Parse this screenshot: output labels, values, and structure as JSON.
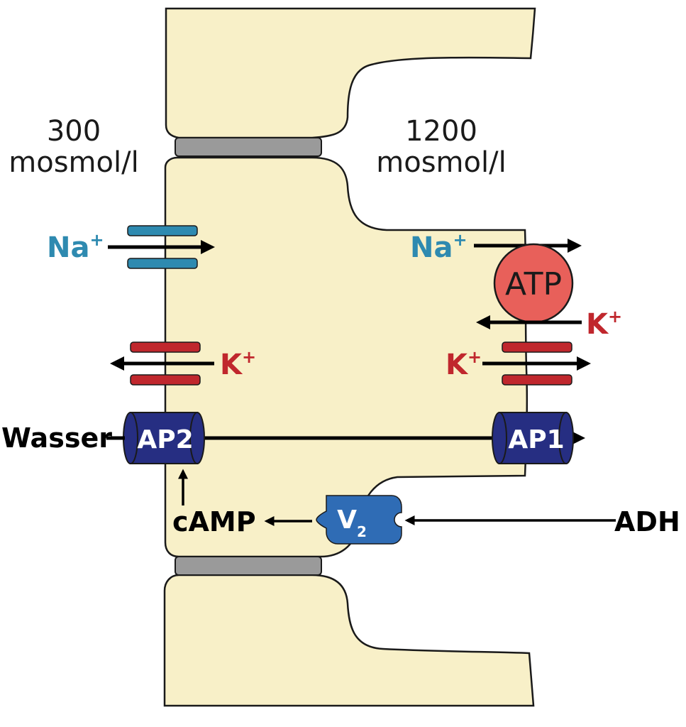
{
  "left_region": {
    "value": "300",
    "unit": "mosmol/l"
  },
  "right_region": {
    "value": "1200",
    "unit": "mosmol/l"
  },
  "labels": {
    "na_left": "Na",
    "na_right": "Na",
    "plus": "+",
    "k_left": "K",
    "k_right_pump": "K",
    "k_right_channel": "K",
    "atp": "ATP",
    "water": "Wasser",
    "ap2": "AP2",
    "ap1": "AP1",
    "camp": "cAMP",
    "v2": "V",
    "v2_sub": "2",
    "adh": "ADH"
  },
  "colors": {
    "cell": "#f8f0c8",
    "cell_outline": "#1a1a1a",
    "junction": "#9a9a9a",
    "sodium": "#2e8ab0",
    "potassium": "#c0272d",
    "aquaporin": "#262e82",
    "atp_pump": "#e8605a",
    "receptor": "#2f6cb5",
    "arrow": "#000000"
  }
}
